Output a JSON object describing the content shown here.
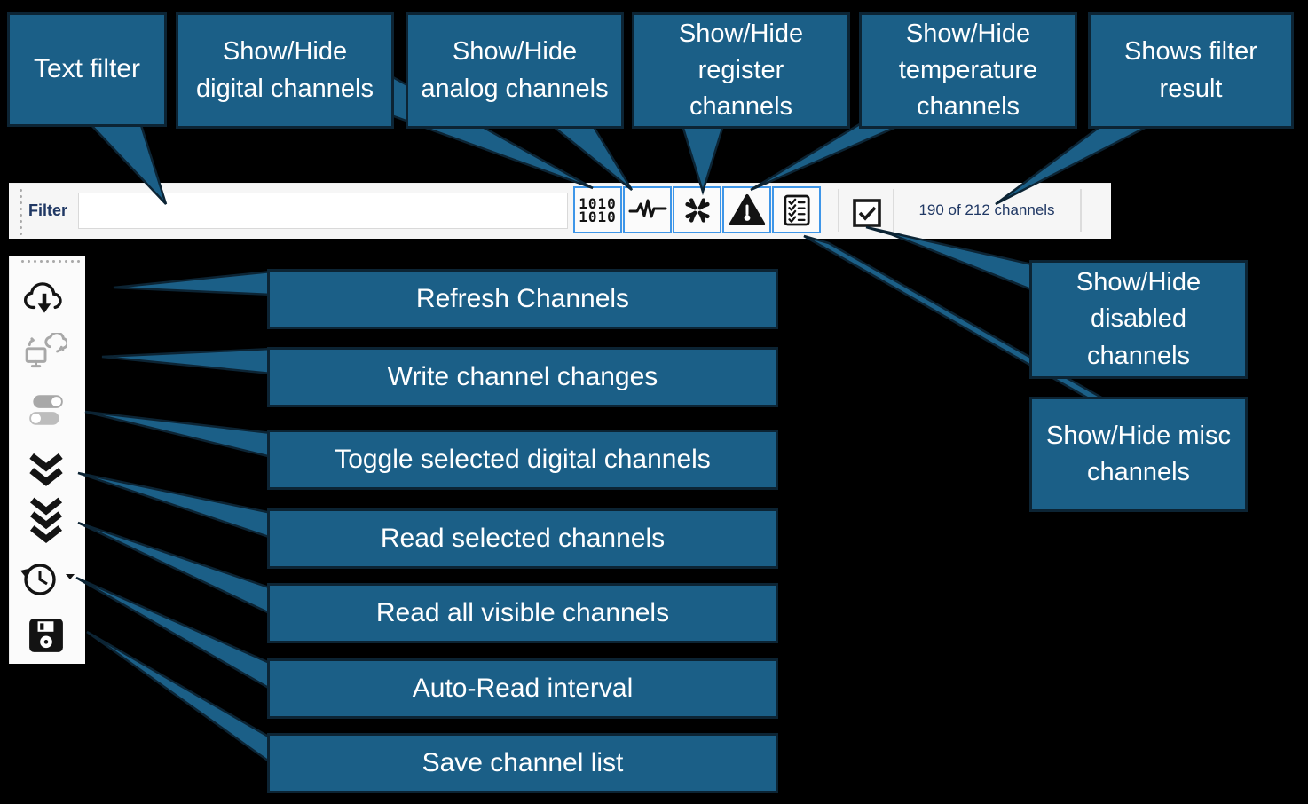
{
  "colors": {
    "callout_fill": "#1B5F87",
    "callout_border": "#0C2434",
    "accent_blue": "#3E96E8",
    "toolbar_bg": "#F6F6F6",
    "side_toolbar_bg": "#FBFBFB",
    "toolbar_text": "#203864",
    "icon_black": "#131313",
    "icon_gray": "#A8A8A8",
    "page_bg": "#000000"
  },
  "top_callouts": [
    {
      "id": "text-filter",
      "label": "Text filter"
    },
    {
      "id": "digital",
      "label": "Show/Hide digital channels"
    },
    {
      "id": "analog",
      "label": "Show/Hide analog channels"
    },
    {
      "id": "register",
      "label": "Show/Hide register channels"
    },
    {
      "id": "temperature",
      "label": "Show/Hide temperature channels"
    },
    {
      "id": "filter-result",
      "label": "Shows filter result"
    }
  ],
  "middle_callouts": [
    {
      "id": "refresh",
      "label": "Refresh Channels"
    },
    {
      "id": "write",
      "label": "Write channel changes"
    },
    {
      "id": "toggle",
      "label": "Toggle selected digital channels"
    },
    {
      "id": "read-selected",
      "label": "Read selected channels"
    },
    {
      "id": "read-all",
      "label": "Read all visible channels"
    },
    {
      "id": "auto-read",
      "label": "Auto-Read interval"
    },
    {
      "id": "save",
      "label": "Save channel list"
    }
  ],
  "right_callouts": [
    {
      "id": "disabled",
      "label": "Show/Hide disabled channels"
    },
    {
      "id": "misc",
      "label": "Show/Hide misc channels"
    }
  ],
  "toolbar": {
    "filter_label": "Filter",
    "filter_value": "",
    "buttons": [
      {
        "name": "digital-channels",
        "icon": "digital-1010-icon",
        "glyph": "1010\n1010",
        "toggled": true
      },
      {
        "name": "analog-channels",
        "icon": "waveform-icon",
        "toggled": true
      },
      {
        "name": "register-channels",
        "icon": "register-compress-icon",
        "toggled": true
      },
      {
        "name": "temperature-channels",
        "icon": "temperature-warning-icon",
        "toggled": true
      },
      {
        "name": "misc-channels",
        "icon": "checklist-icon",
        "toggled": true
      }
    ],
    "disabled_checkbox": {
      "name": "show-disabled-channels",
      "icon": "checkbox-checked-icon",
      "checked": true
    },
    "result_text": "190 of 212 channels",
    "channels_shown": 190,
    "channels_total": 212
  },
  "side_toolbar": {
    "buttons": [
      {
        "name": "refresh-channels",
        "icon": "cloud-download-icon",
        "enabled": true
      },
      {
        "name": "write-channel-changes",
        "icon": "cloud-upload-monitor-icon",
        "enabled": false
      },
      {
        "name": "toggle-selected-digital",
        "icon": "toggle-switches-icon",
        "enabled": false
      },
      {
        "name": "read-selected-channels",
        "icon": "double-chevron-down-icon",
        "enabled": true
      },
      {
        "name": "read-all-visible-channels",
        "icon": "triple-chevron-down-icon",
        "enabled": true
      },
      {
        "name": "auto-read-interval",
        "icon": "history-clock-icon",
        "enabled": true
      },
      {
        "name": "save-channel-list",
        "icon": "floppy-disk-icon",
        "enabled": true
      }
    ]
  }
}
